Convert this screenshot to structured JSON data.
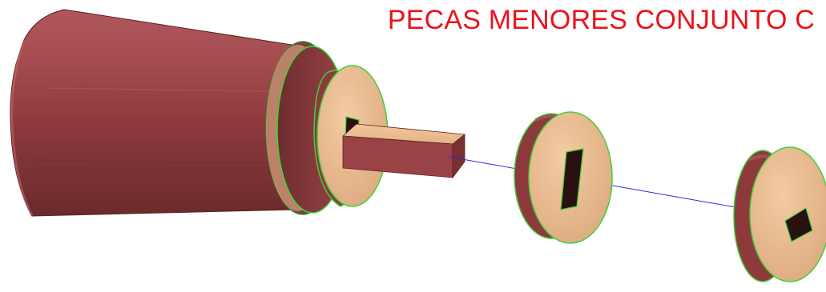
{
  "title": "PECAS MENORES CONJUNTO C",
  "colors": {
    "title": "#e8141c",
    "body": "#8e3a3c",
    "face": "#e8b98c",
    "edge": "#3cd23c",
    "axis": "#2b2bd8",
    "background": "#ffffff"
  },
  "parts": [
    {
      "name": "cylinder-body"
    },
    {
      "name": "rectangular-shaft"
    },
    {
      "name": "washer-middle"
    },
    {
      "name": "washer-right"
    }
  ]
}
